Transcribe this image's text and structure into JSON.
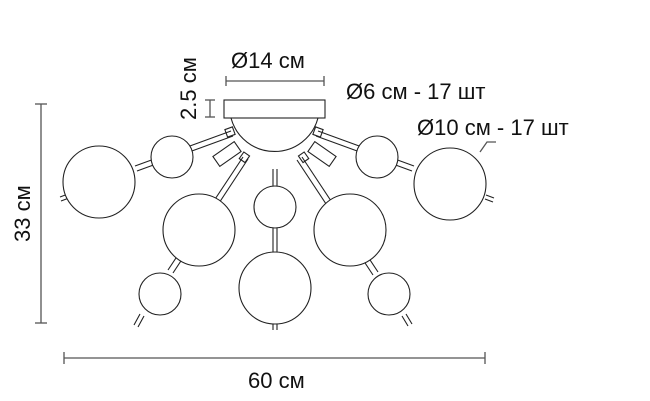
{
  "diagram": {
    "type": "product-dimension-drawing",
    "subject": "ceiling lamp with glass spheres",
    "labels": {
      "canopy_diameter": "Ø14 см",
      "canopy_height": "2.5 см",
      "small_spheres": "Ø6 см - 17 шт",
      "large_spheres": "Ø10 см - 17 шт",
      "total_height": "33 см",
      "total_width": "60 см"
    },
    "colors": {
      "line": "#222222",
      "dimension_line": "#555555",
      "background": "#ffffff"
    }
  }
}
